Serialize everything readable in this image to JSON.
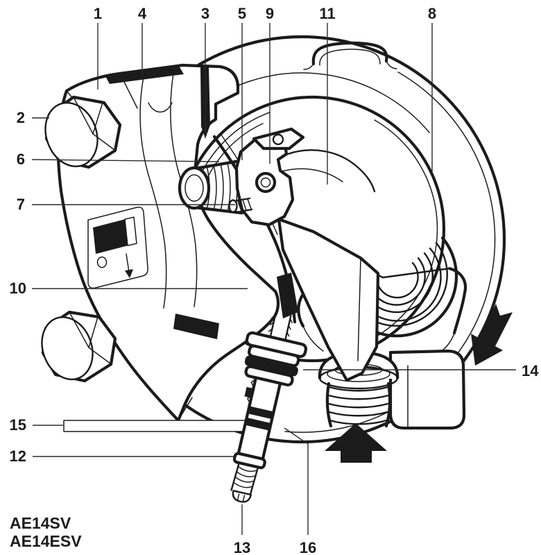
{
  "diagram": {
    "title_models": [
      "AE14SV",
      "AE14ESV"
    ],
    "model_line1": "AE14SV",
    "model_line2": "AE14ESV",
    "callouts": [
      {
        "id": 1,
        "label": "1"
      },
      {
        "id": 2,
        "label": "2"
      },
      {
        "id": 3,
        "label": "3"
      },
      {
        "id": 4,
        "label": "4"
      },
      {
        "id": 5,
        "label": "5"
      },
      {
        "id": 6,
        "label": "6"
      },
      {
        "id": 7,
        "label": "7"
      },
      {
        "id": 8,
        "label": "8"
      },
      {
        "id": 9,
        "label": "9"
      },
      {
        "id": 10,
        "label": "10"
      },
      {
        "id": 11,
        "label": "11"
      },
      {
        "id": 12,
        "label": "12"
      },
      {
        "id": 13,
        "label": "13"
      },
      {
        "id": 14,
        "label": "14"
      },
      {
        "id": 15,
        "label": "15"
      },
      {
        "id": 16,
        "label": "16"
      }
    ],
    "icons": {
      "inlet_flow": "up-arrow",
      "outlet_flow": "down-left-arrow",
      "nameplate_flow": "down-arrow",
      "nameplate_dot": "circle"
    },
    "colors": {
      "line": "#1b1b1b",
      "background": "#ffffff"
    }
  }
}
